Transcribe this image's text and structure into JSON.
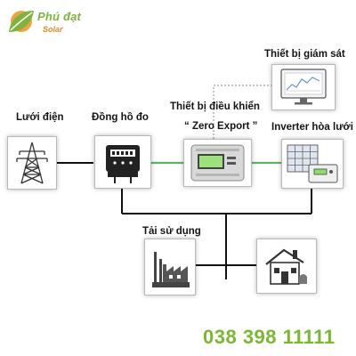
{
  "brand": {
    "name": "Phú đạt",
    "tagline": "Solar"
  },
  "nodes": {
    "grid": {
      "label": "Lưới điện",
      "icon": "transmission-tower-icon"
    },
    "meter": {
      "label": "Đồng hồ đo",
      "icon": "energy-meter-icon"
    },
    "controller": {
      "label_line1": "Thiết bị điều khiển",
      "label_line2": "“ Zero Export ”",
      "icon": "controller-device-icon"
    },
    "inverter": {
      "label": "Inverter hòa lưới",
      "icon": "solar-inverter-icon"
    },
    "monitor": {
      "label": "Thiết bị giám sát",
      "icon": "monitor-screen-icon"
    },
    "load": {
      "label": "Tải sử dụng",
      "icons": [
        "factory-icon",
        "house-icon"
      ]
    }
  },
  "contact": {
    "phone": "038 398 11111"
  },
  "colors": {
    "wire": "#111111",
    "data_link": "#56b95c",
    "monitor_link": "#b0b0b0",
    "brand_green": "#7fb241",
    "brand_orange": "#e0892a",
    "phone": "#7ab733"
  }
}
